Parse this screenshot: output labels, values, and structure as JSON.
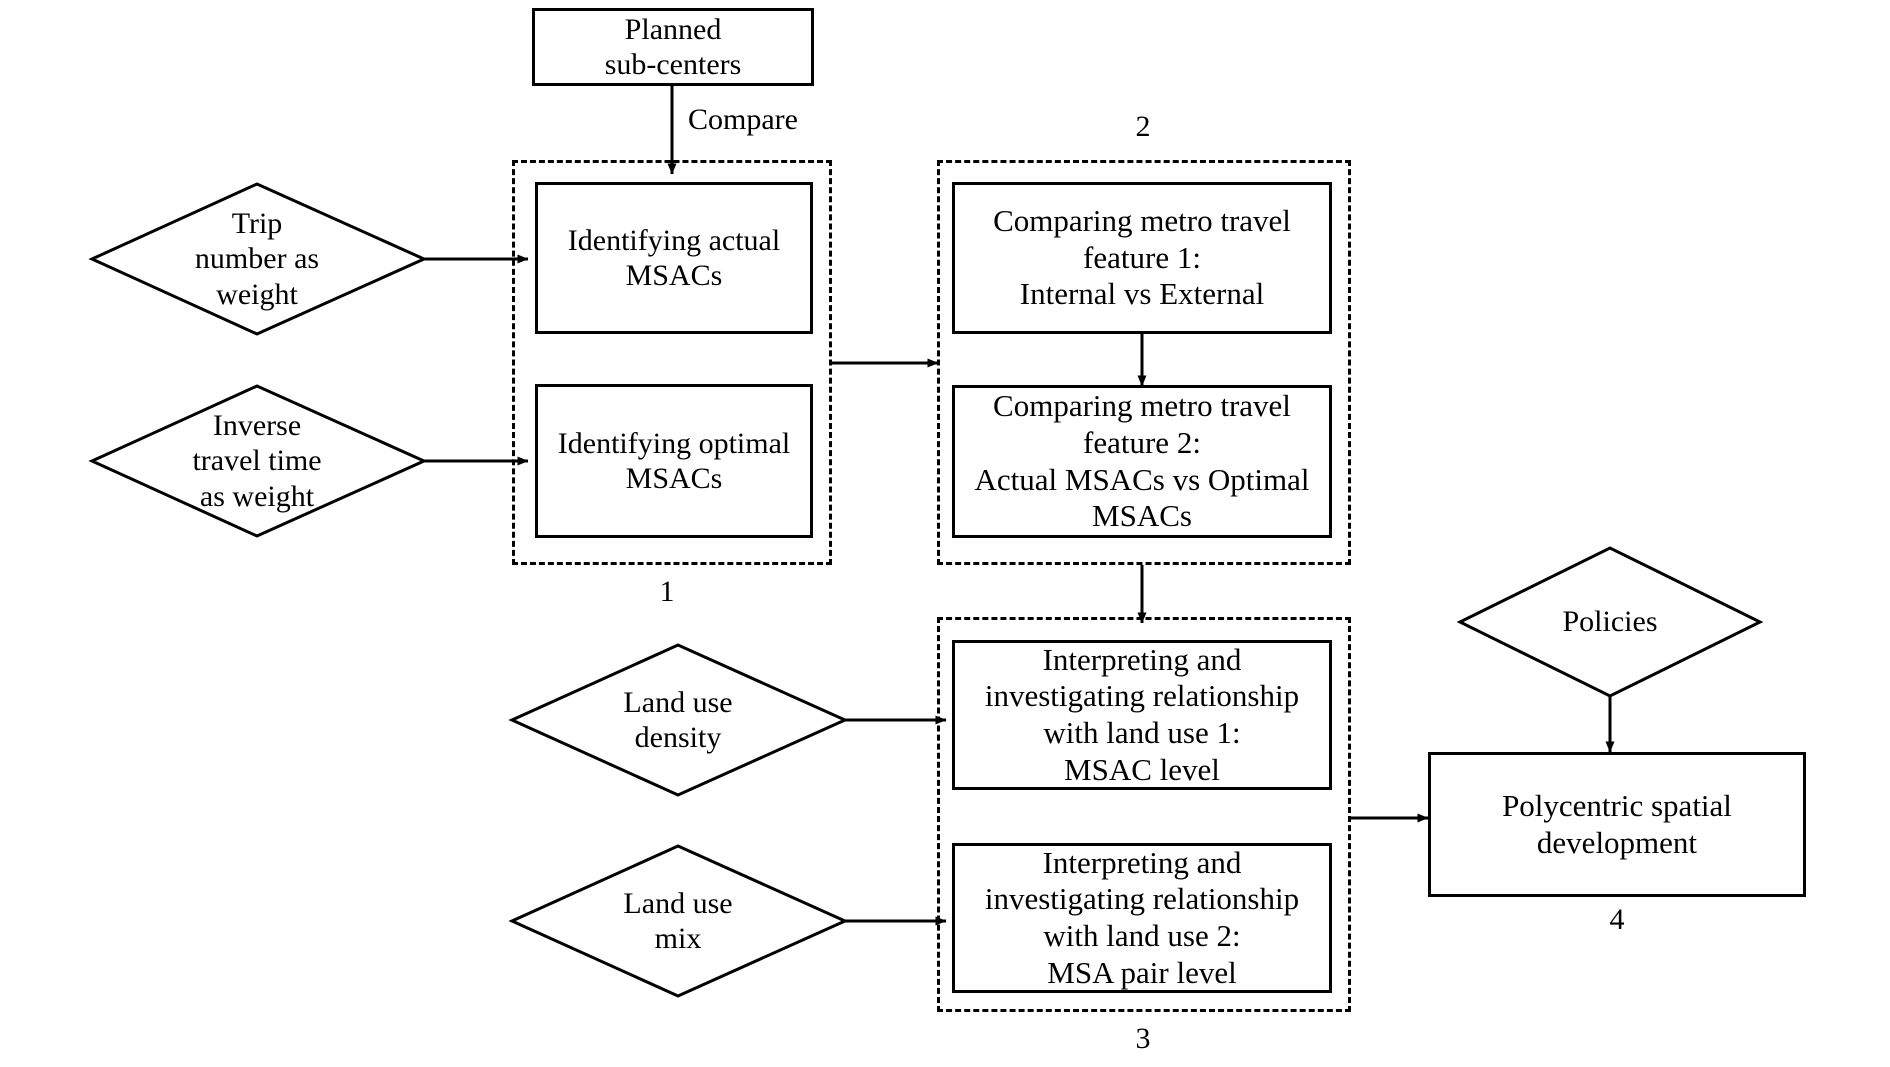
{
  "diagram": {
    "title_present": false,
    "nodes": {
      "planned_subcenters": "Planned\nsub-centers",
      "trip_number_weight": "Trip\nnumber as\nweight",
      "inverse_travel_time_weight": "Inverse\ntravel time\nas weight",
      "identifying_actual_msacs": "Identifying actual\nMSACs",
      "identifying_optimal_msacs": "Identifying optimal\nMSACs",
      "compare_feature_1": "Comparing metro travel\nfeature 1:\nInternal vs External",
      "compare_feature_2": "Comparing metro travel\nfeature 2:\nActual MSACs vs Optimal\nMSACs",
      "land_use_density": "Land use\ndensity",
      "land_use_mix": "Land use\nmix",
      "land_use_relation_1": "Interpreting and\ninvestigating relationship\nwith land use 1:\nMSAC level",
      "land_use_relation_2": "Interpreting and\ninvestigating relationship\nwith land use 2:\nMSA pair level",
      "policies": "Policies",
      "polycentric_spatial_development": "Polycentric spatial\ndevelopment"
    },
    "edge_labels": {
      "compare": "Compare"
    },
    "group_numbers": {
      "group_1": "1",
      "group_2": "2",
      "group_3": "3",
      "group_4": "4"
    },
    "colors": {
      "stroke": "#000000",
      "fill": "#ffffff",
      "text": "#000000"
    }
  }
}
